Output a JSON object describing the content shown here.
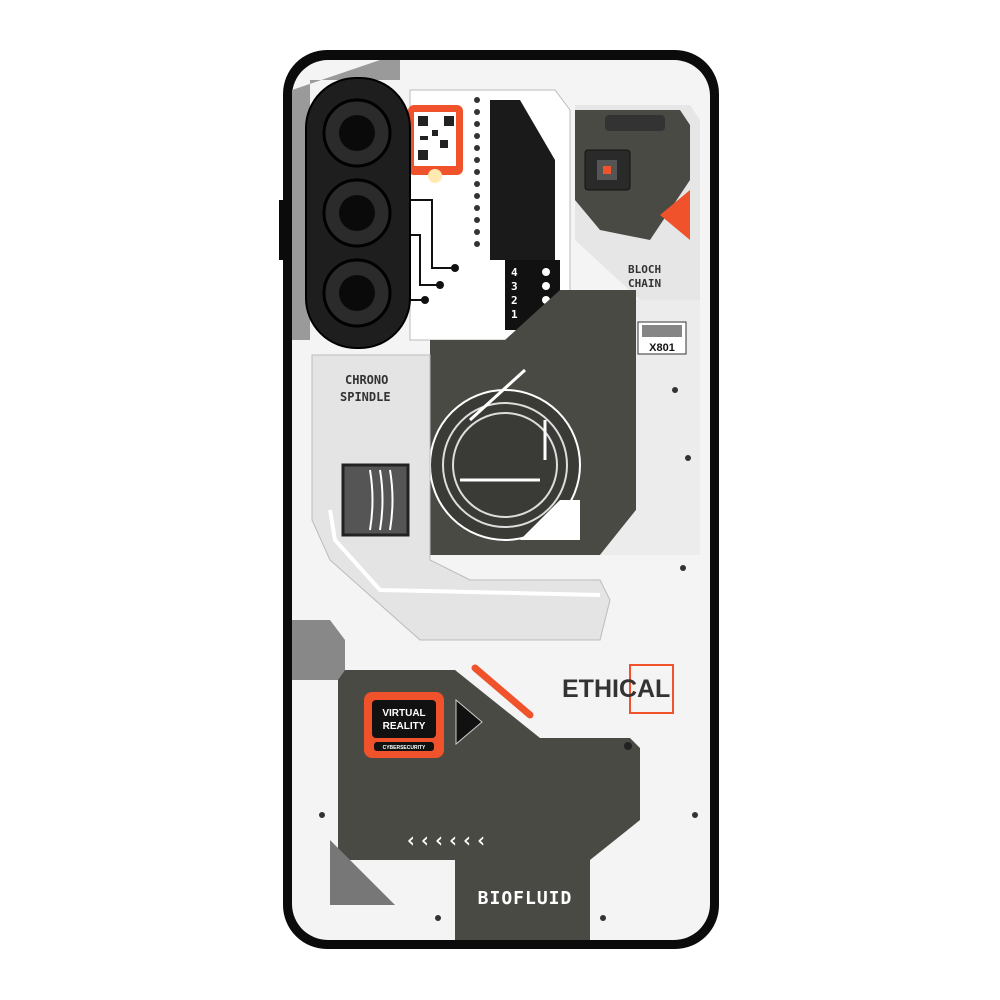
{
  "product": {
    "labels": {
      "chrono_line1": "CHRONO",
      "chrono_line2": "SPINDLE",
      "bloch_line1": "BLOCH",
      "bloch_line2": "CHAIN",
      "barcode_code": "X801",
      "ethical": "ETHICAL",
      "vr_line1": "VIRTUAL",
      "vr_line2": "REALITY",
      "vr_sub": "CYBERSECURITY",
      "biofluid": "BIOFLUID",
      "scale_numbers": [
        "4",
        "3",
        "2",
        "1"
      ]
    },
    "colors": {
      "case_frame": "#0b0b0b",
      "panel_light": "#e4e4e4",
      "panel_dark": "#4a4a45",
      "accent": "#f0522c"
    }
  }
}
